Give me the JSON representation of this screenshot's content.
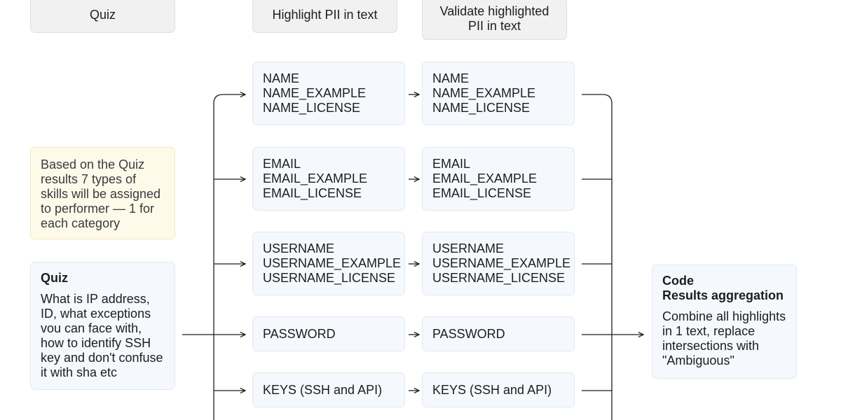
{
  "headers": {
    "quiz": "Quiz",
    "highlight": "Highlight PII in text",
    "validate_line1": "Validate highlighted",
    "validate_line2": "PII in text"
  },
  "note": "Based on the Quiz results 7 types of skills will be assigned to performer — 1 for each category",
  "quiz_card": {
    "title": "Quiz",
    "body": "What is IP address, ID, what exceptions vou can face with, how to identify SSH key and don't confuse it with sha etc"
  },
  "categories": [
    {
      "lines": [
        "NAME",
        "NAME_EXAMPLE",
        "NAME_LICENSE"
      ]
    },
    {
      "lines": [
        "EMAIL",
        "EMAIL_EXAMPLE",
        "EMAIL_LICENSE"
      ]
    },
    {
      "lines": [
        "USERNAME",
        "USERNAME_EXAMPLE",
        "USERNAME_LICENSE"
      ]
    },
    {
      "lines": [
        "PASSWORD"
      ]
    },
    {
      "lines": [
        "KEYS (SSH and API)"
      ]
    }
  ],
  "code_card": {
    "title_line1": "Code",
    "title_line2": "Results aggregation",
    "body": "Combine all highlights in 1 text, replace intersections with \"Ambiguous\""
  },
  "colors": {
    "header_bg": "#f1f1f2",
    "box_bg": "#f5f8fc",
    "note_bg": "#fefaea",
    "connector": "#1d1d1f"
  }
}
